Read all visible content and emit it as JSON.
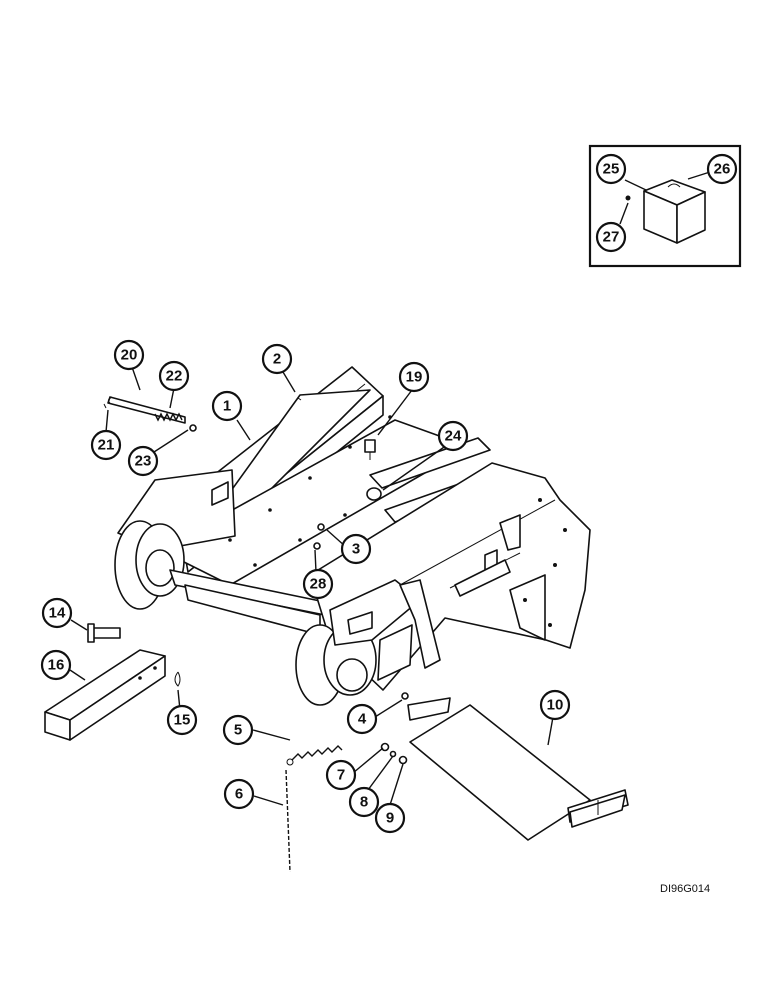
{
  "drawing": {
    "code": "DI96G014",
    "inset_box": true
  },
  "callouts": [
    {
      "id": "c1",
      "label": "1"
    },
    {
      "id": "c2",
      "label": "2"
    },
    {
      "id": "c3",
      "label": "3"
    },
    {
      "id": "c4",
      "label": "4"
    },
    {
      "id": "c5",
      "label": "5"
    },
    {
      "id": "c6",
      "label": "6"
    },
    {
      "id": "c7",
      "label": "7"
    },
    {
      "id": "c8",
      "label": "8"
    },
    {
      "id": "c9",
      "label": "9"
    },
    {
      "id": "c10",
      "label": "10"
    },
    {
      "id": "c14",
      "label": "14"
    },
    {
      "id": "c15",
      "label": "15"
    },
    {
      "id": "c16",
      "label": "16"
    },
    {
      "id": "c19",
      "label": "19"
    },
    {
      "id": "c20",
      "label": "20"
    },
    {
      "id": "c21",
      "label": "21"
    },
    {
      "id": "c22",
      "label": "22"
    },
    {
      "id": "c23",
      "label": "23"
    },
    {
      "id": "c24",
      "label": "24"
    },
    {
      "id": "c25",
      "label": "25"
    },
    {
      "id": "c26",
      "label": "26"
    },
    {
      "id": "c27",
      "label": "27"
    },
    {
      "id": "c28",
      "label": "28"
    }
  ]
}
